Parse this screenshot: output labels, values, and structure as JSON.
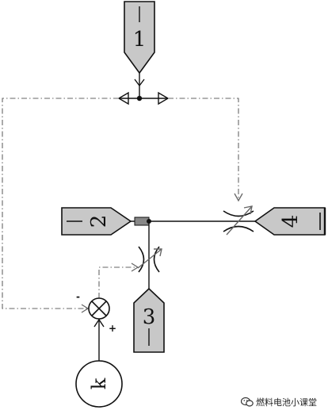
{
  "ports": {
    "p1": "1",
    "p2": "2",
    "p3": "3",
    "p4": "4"
  },
  "summing_point": {
    "minus_sign": "-",
    "plus_sign": "+"
  },
  "controller": {
    "label": "k"
  },
  "watermark": {
    "text": "燃料电池小课堂"
  },
  "colors": {
    "line": "#111111",
    "port_fill": "#c8c8c8",
    "dashdot": "#666666"
  }
}
